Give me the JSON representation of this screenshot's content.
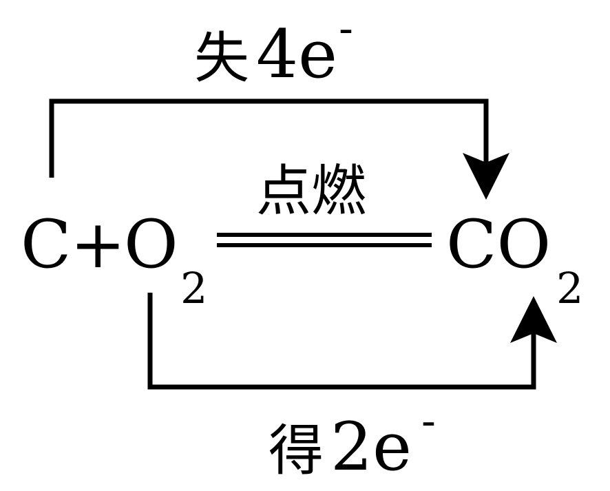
{
  "top_transfer": {
    "char": "失",
    "count": "4e",
    "charge": "-"
  },
  "condition": "点燃",
  "reactant_c": "C",
  "plus": "+",
  "reactant_o": "O",
  "reactant_o_sub": "2",
  "product": "CO",
  "product_sub": "2",
  "bottom_transfer": {
    "char": "得",
    "count": "2e",
    "charge": "-"
  },
  "colors": {
    "ink": "#000000",
    "background": "#ffffff"
  }
}
